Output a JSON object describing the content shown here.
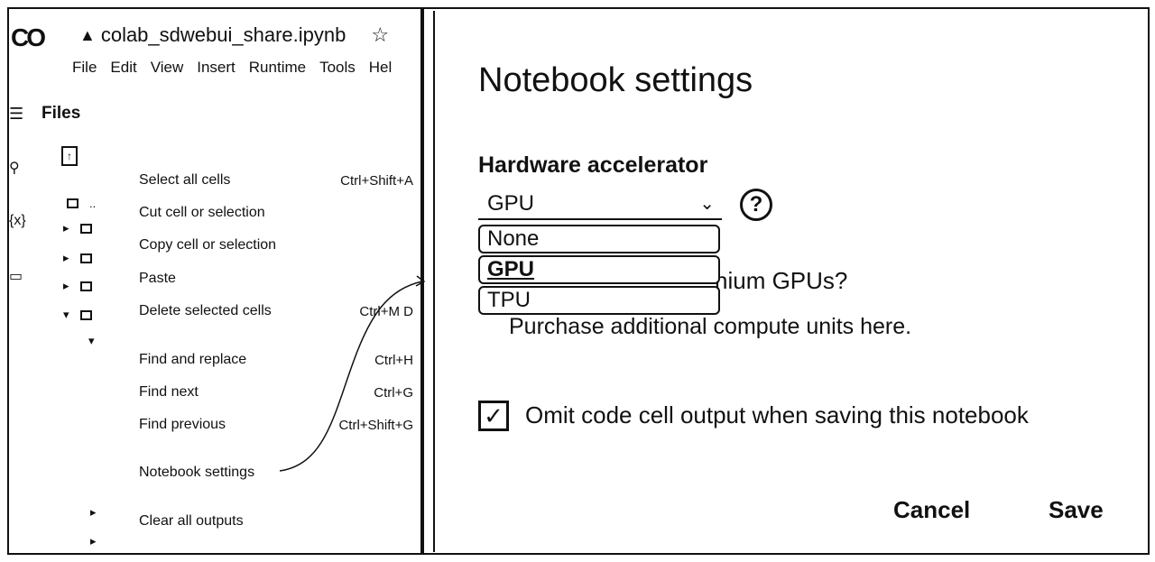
{
  "header": {
    "logo_text": "CO",
    "notebook_name": "colab_sdwebui_share.ipynb"
  },
  "menubar": [
    "File",
    "Edit",
    "View",
    "Insert",
    "Runtime",
    "Tools",
    "Hel"
  ],
  "files_panel": {
    "title": "Files",
    "parent_dir": ".."
  },
  "edit_menu": [
    {
      "label": "Select all cells",
      "shortcut": "Ctrl+Shift+A"
    },
    {
      "label": "Cut cell or selection",
      "shortcut": ""
    },
    {
      "label": "Copy cell or selection",
      "shortcut": ""
    },
    {
      "label": "Paste",
      "shortcut": ""
    },
    {
      "label": "Delete selected cells",
      "shortcut": "Ctrl+M D"
    },
    {
      "label": "Find and replace",
      "shortcut": "Ctrl+H"
    },
    {
      "label": "Find next",
      "shortcut": "Ctrl+G"
    },
    {
      "label": "Find previous",
      "shortcut": "Ctrl+Shift+G"
    },
    {
      "label": "Notebook settings",
      "shortcut": ""
    },
    {
      "label": "Clear all outputs",
      "shortcut": ""
    }
  ],
  "dialog": {
    "title": "Notebook settings",
    "hw_label": "Hardware accelerator",
    "selected": "GPU",
    "options": [
      "None",
      "GPU",
      "TPU"
    ],
    "premium_text": "nium GPUs?",
    "purchase_text": "Purchase additional compute units here.",
    "omit_label": "Omit code cell output when saving this notebook",
    "omit_checked": true,
    "cancel_label": "Cancel",
    "save_label": "Save"
  },
  "icons": [
    "drive-icon",
    "star-icon",
    "chevron-down-icon",
    "help-icon",
    "checkmark-icon",
    "upload-icon",
    "folder-icon"
  ]
}
